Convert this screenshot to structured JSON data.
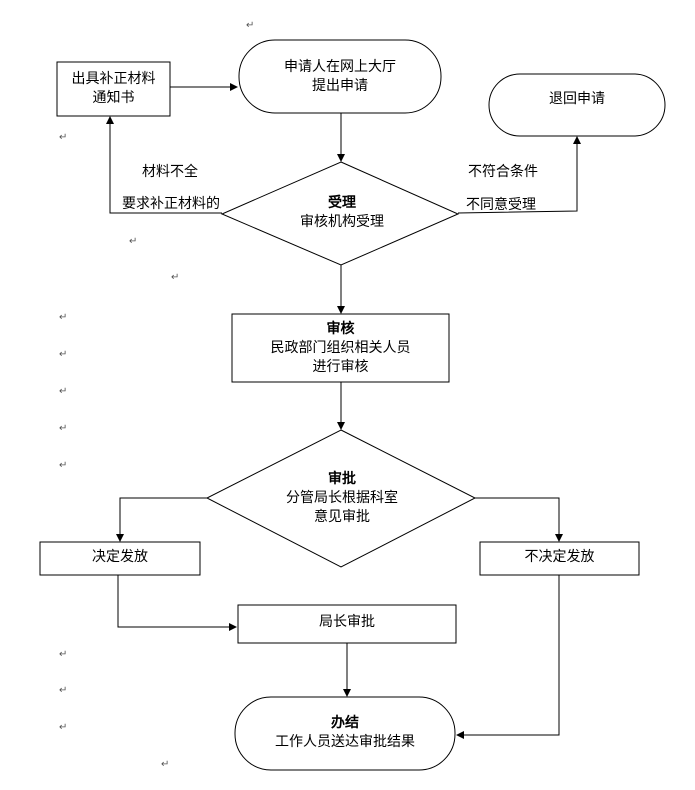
{
  "nodes": {
    "apply": {
      "line1": "申请人在网上大厅",
      "line2": "提出申请"
    },
    "notice": {
      "line1": "出具补正材料",
      "line2": "通知书"
    },
    "reject": {
      "label": "退回申请"
    },
    "accept": {
      "title": "受理",
      "body": "审核机构受理"
    },
    "review": {
      "title": "审核",
      "line1": "民政部门组织相关人员",
      "line2": "进行审核"
    },
    "approve": {
      "title": "审批",
      "line1": "分管局长根据科室",
      "line2": "意见审批"
    },
    "decide_yes": {
      "label": "决定发放"
    },
    "decide_no": {
      "label": "不决定发放"
    },
    "director": {
      "label": "局长审批"
    },
    "finish": {
      "title": "办结",
      "body": "工作人员送达审批结果"
    }
  },
  "edge_labels": {
    "incomplete": "材料不全",
    "need_supplement": "要求补正材料的",
    "not_qualified": "不符合条件",
    "not_accepted": "不同意受理"
  },
  "paragraph_mark": "↵"
}
